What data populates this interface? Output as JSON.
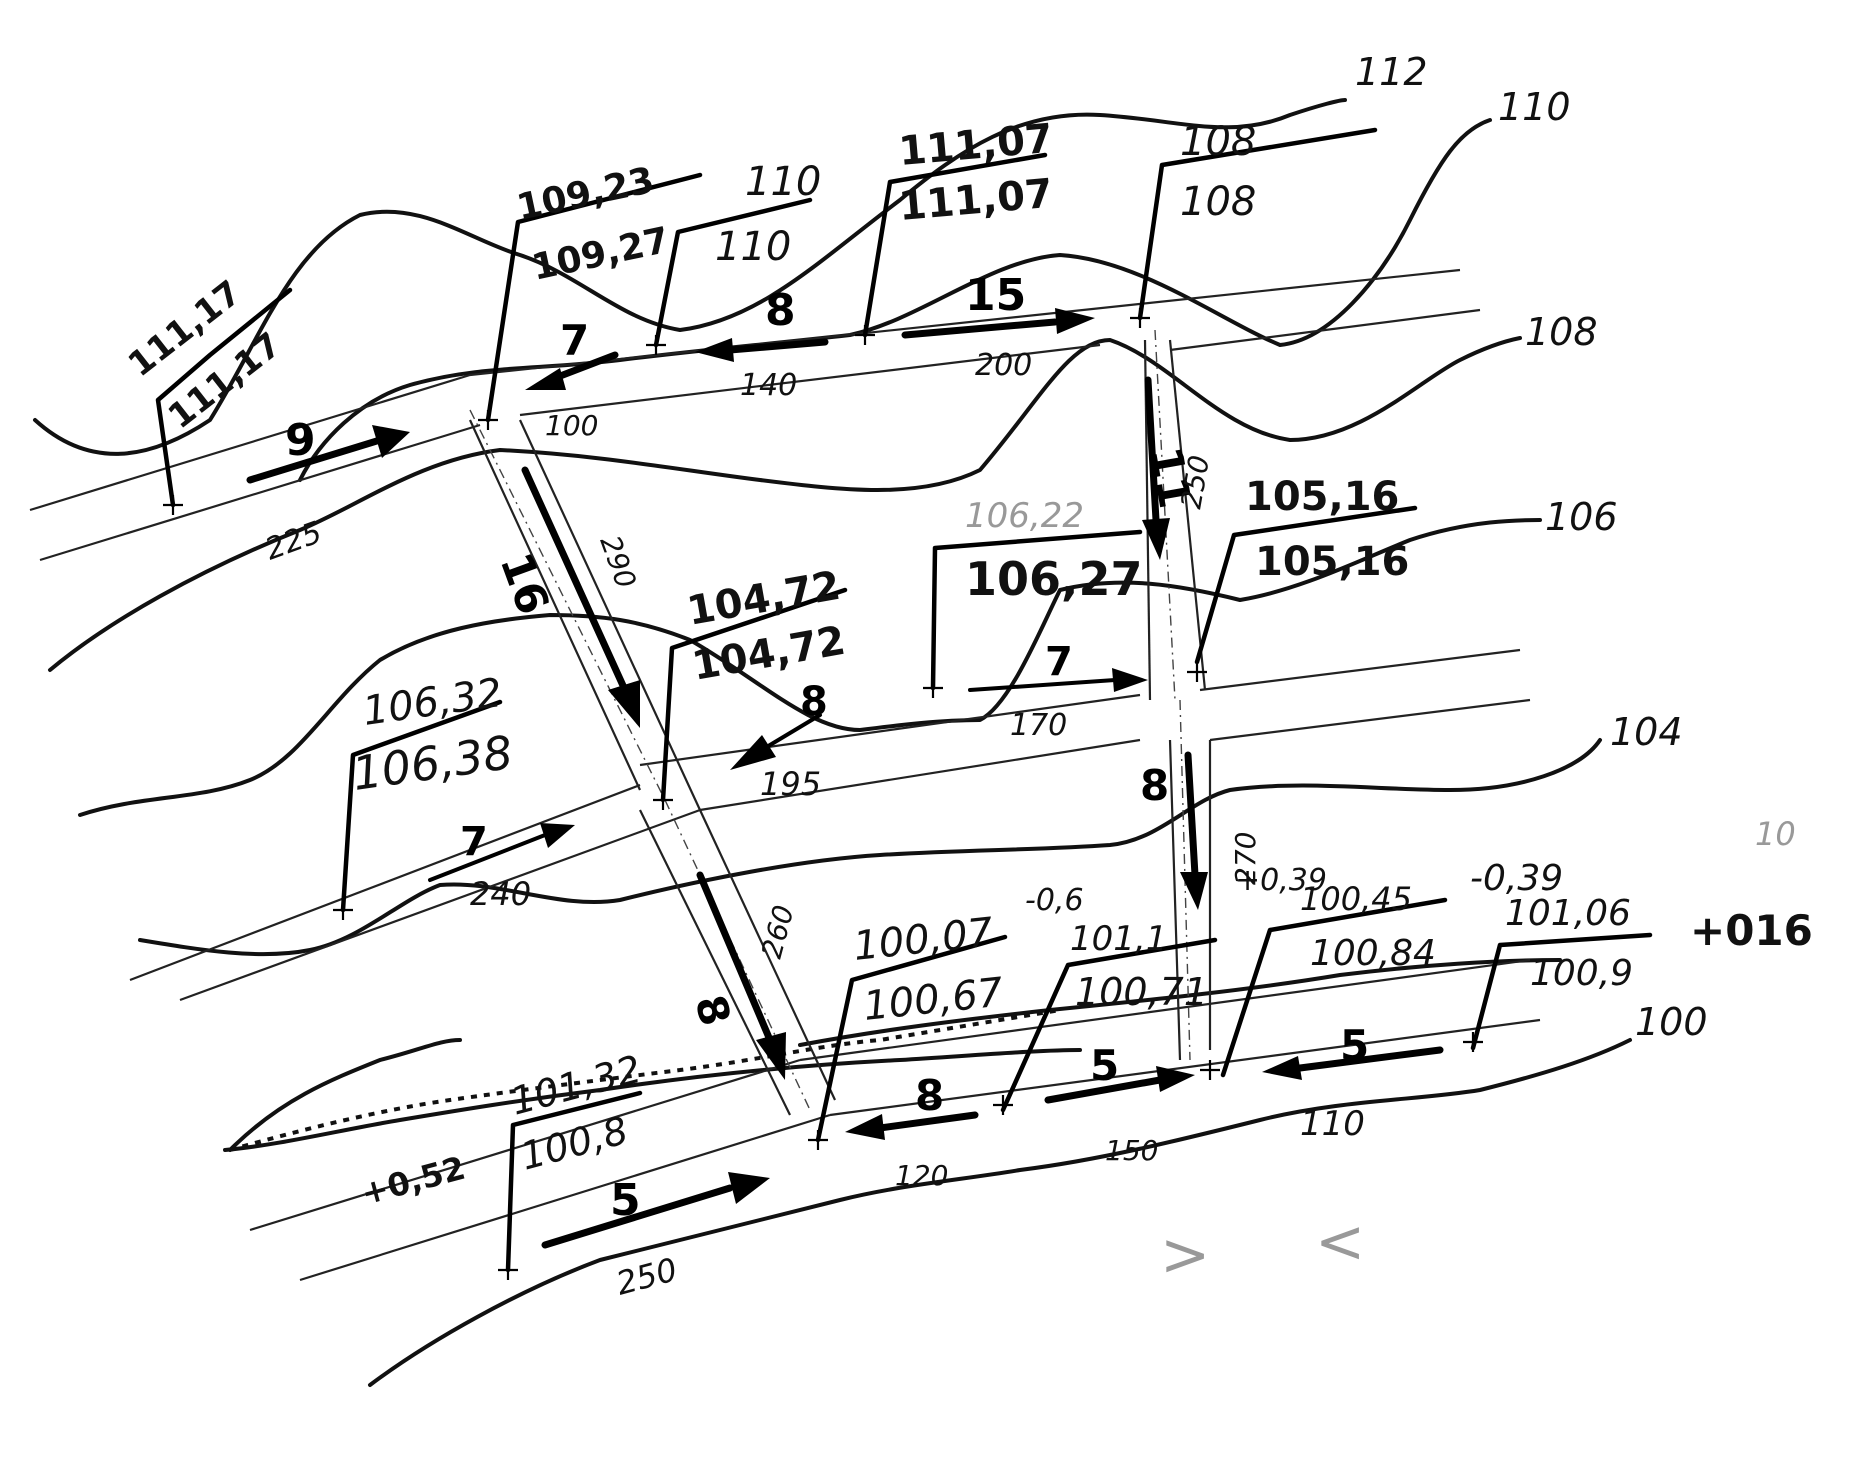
{
  "contour_labels": {
    "c112": "112",
    "c110": "110",
    "c108": "108",
    "c106": "106",
    "c104": "104",
    "c100": "100",
    "faint_right": "10"
  },
  "nodes": [
    {
      "id": "n1",
      "black": "111,17",
      "red": "111,17"
    },
    {
      "id": "n2",
      "black": "109,23",
      "red": "109,27"
    },
    {
      "id": "n3",
      "black": "110",
      "red": "110"
    },
    {
      "id": "n4",
      "black": "111,07",
      "red": "111,07"
    },
    {
      "id": "n5",
      "black": "108",
      "red": "108"
    },
    {
      "id": "n6",
      "black": "106,22",
      "red": "106,27"
    },
    {
      "id": "n7",
      "black": "105,16",
      "red": "105,16"
    },
    {
      "id": "n8",
      "black": "106,32",
      "red": "106,38"
    },
    {
      "id": "n9",
      "black": "104,72",
      "red": "104,72"
    },
    {
      "id": "n10",
      "black": "101,32",
      "red": "100,8",
      "work": "+0,52"
    },
    {
      "id": "n11",
      "black": "100,07",
      "red": "100,67",
      "work": "-0,6"
    },
    {
      "id": "n12",
      "black": "101,1",
      "red": "100,71",
      "work": "+0,39"
    },
    {
      "id": "n13",
      "black": "100,45",
      "red": "100,84",
      "work": "-0,39"
    },
    {
      "id": "n14",
      "black": "101,06",
      "red": "100,9",
      "work": "+016"
    }
  ],
  "segments": [
    {
      "id": "s1",
      "slope": "9",
      "length": "225"
    },
    {
      "id": "s2",
      "slope": "7",
      "length": "100"
    },
    {
      "id": "s3",
      "slope": "8",
      "length": "140"
    },
    {
      "id": "s4",
      "slope": "15",
      "length": "200"
    },
    {
      "id": "s5",
      "slope": "16",
      "length": "290"
    },
    {
      "id": "s6",
      "slope": "11",
      "length": "250"
    },
    {
      "id": "s7",
      "slope": "7",
      "length": "240"
    },
    {
      "id": "s8",
      "slope": "8",
      "length": "195"
    },
    {
      "id": "s9",
      "slope": "7",
      "length": "170"
    },
    {
      "id": "s10",
      "slope": "8",
      "length": "270"
    },
    {
      "id": "s11",
      "slope": "8",
      "length": "260"
    },
    {
      "id": "s12",
      "slope": "5",
      "length": "250"
    },
    {
      "id": "s13",
      "slope": "8",
      "length": "120"
    },
    {
      "id": "s14",
      "slope": "5",
      "length": "150"
    },
    {
      "id": "s15",
      "slope": "5",
      "length": "110"
    }
  ],
  "marks": {
    "gt": ">",
    "lt": "<"
  }
}
